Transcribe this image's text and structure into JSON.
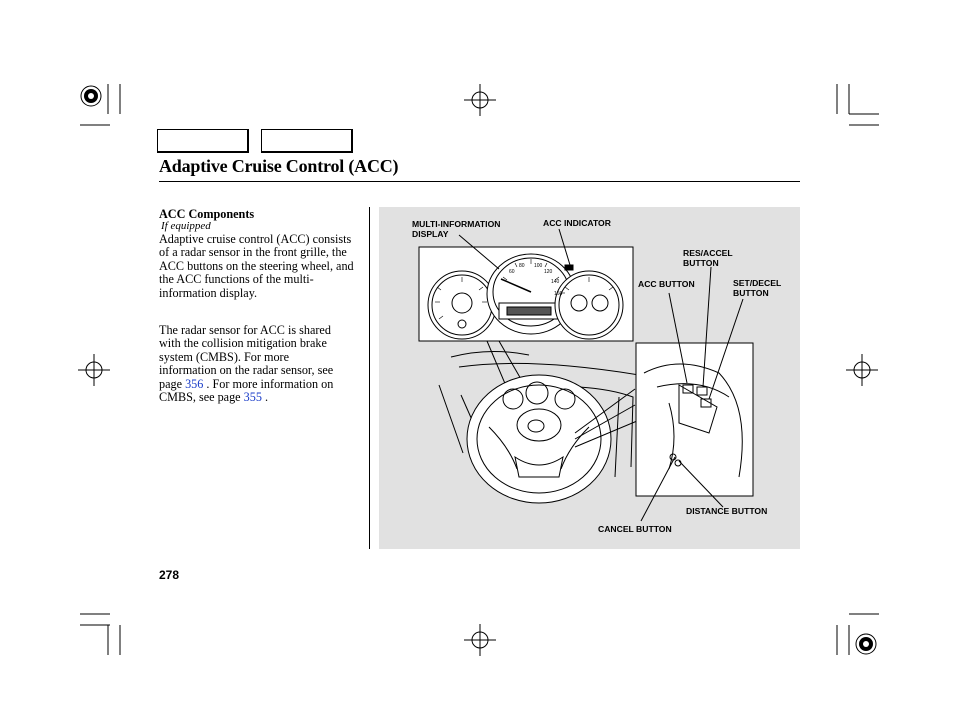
{
  "header": {
    "title": "Adaptive Cruise Control (ACC)"
  },
  "section": {
    "heading": "ACC Components",
    "subheading": "If equipped",
    "para1": "Adaptive cruise control (ACC) consists of a radar sensor in the front grille, the ACC buttons on the steering wheel, and the ACC functions of the multi-information display.",
    "para2_lines": [
      "The radar sensor for ACC is shared",
      "with the collision mitigation brake",
      "system (CMBS). For more",
      "information on the radar sensor, see"
    ],
    "para2_page_prefix": "page ",
    "link1": "356",
    "para2_mid": " . For more information on",
    "para2_cmbs": "CMBS, see page ",
    "link2": "355",
    "para2_end": " ."
  },
  "figure": {
    "labels": {
      "multi_info": "MULTI-INFORMATION\nDISPLAY",
      "acc_indicator": "ACC INDICATOR",
      "res_accel": "RES/ACCEL\nBUTTON",
      "acc_button": "ACC BUTTON",
      "set_decel": "SET/DECEL\nBUTTON",
      "distance": "DISTANCE BUTTON",
      "cancel": "CANCEL BUTTON"
    },
    "gauge_numbers": [
      "60",
      "80",
      "100",
      "120",
      "140",
      "160"
    ]
  },
  "footer": {
    "page_number": "278"
  }
}
